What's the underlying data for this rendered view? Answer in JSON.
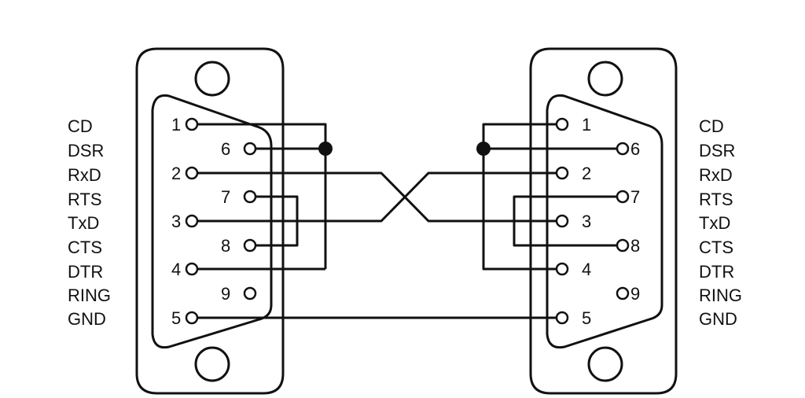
{
  "left_signals": [
    "CD",
    "DSR",
    "RxD",
    "RTS",
    "TxD",
    "CTS",
    "DTR",
    "RING",
    "GND"
  ],
  "right_signals": [
    "CD",
    "DSR",
    "RxD",
    "RTS",
    "TxD",
    "CTS",
    "DTR",
    "RING",
    "GND"
  ],
  "pins": {
    "p1": "1",
    "p2": "2",
    "p3": "3",
    "p4": "4",
    "p5": "5",
    "p6": "6",
    "p7": "7",
    "p8": "8",
    "p9": "9"
  },
  "colors": {
    "line": "#111111",
    "background": "#ffffff"
  }
}
